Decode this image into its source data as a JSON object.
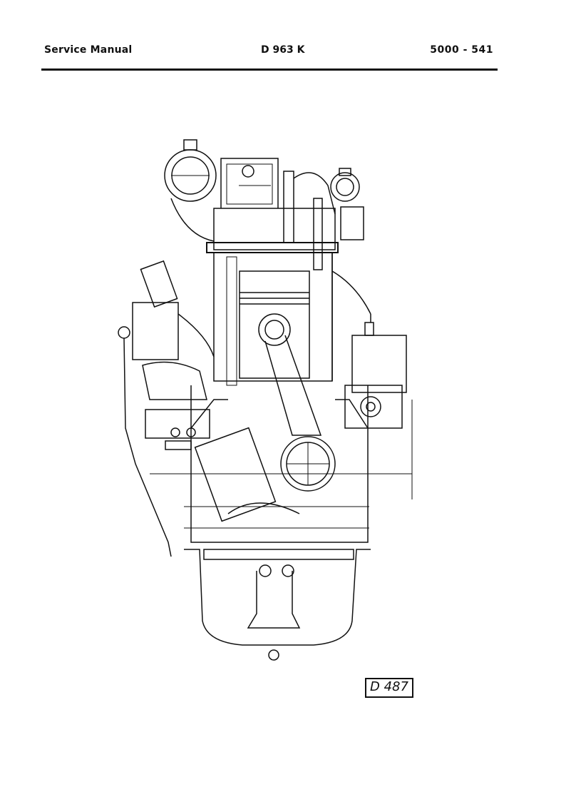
{
  "header": {
    "left": "Service Manual",
    "center": "D 963 K",
    "right": "5000  -  541"
  },
  "figure": {
    "label": "D 487"
  }
}
